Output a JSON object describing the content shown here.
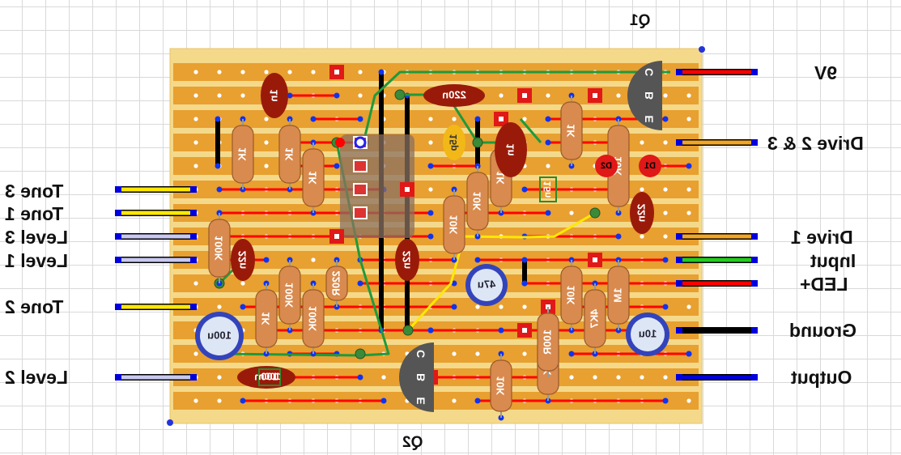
{
  "board": {
    "strip_color": "#E8A030",
    "board_color": "#F5D98A",
    "hole_color": "#FFFFFF"
  },
  "transistors": [
    {
      "id": "q1",
      "label": "Q1",
      "pins": [
        "C",
        "B",
        "E"
      ]
    },
    {
      "id": "q2",
      "label": "Q2",
      "pins": [
        "C",
        "B",
        "E"
      ]
    }
  ],
  "labels_left": [
    "Tone 3",
    "Tone 1",
    "Level 3",
    "Level 1",
    "Tone 2",
    "Level 2"
  ],
  "labels_right": [
    "9V",
    "Drive 2 & 3",
    "Drive 1",
    "Input",
    "LED+",
    "Ground",
    "Output"
  ],
  "resistors": [
    "1K",
    "1K",
    "1K",
    "10K",
    "100K",
    "1K",
    "100K",
    "220R",
    "100K",
    "10K",
    "10K",
    "1K",
    "10K",
    "1K",
    "10K",
    "1M",
    "4K7",
    "100R",
    "10K"
  ],
  "ceramic_caps": [
    "1n",
    "220n",
    "1n",
    "22n",
    "22n",
    "22n",
    "100n"
  ],
  "box_caps": [
    "15n",
    "100n"
  ],
  "electrolytics": [
    "100u",
    "47u",
    "10u"
  ],
  "tantalum": [
    "15p"
  ],
  "diodes": [
    "D1",
    "D2"
  ],
  "colors": {
    "wire_red": "#FF0000",
    "wire_green": "#1E9A3C",
    "wire_yellow": "#FFE800",
    "wire_black": "#000000",
    "lead_yellow": "#FFE800",
    "lead_lavender": "#C8C8F0",
    "lead_orange": "#F2A623",
    "lead_green": "#22CC22",
    "lead_blue": "#0000DD",
    "resistor": "#D98A4E",
    "ceramic": "#9A1A0A",
    "electrolytic": "#3344BB",
    "transistor": "#555555"
  }
}
